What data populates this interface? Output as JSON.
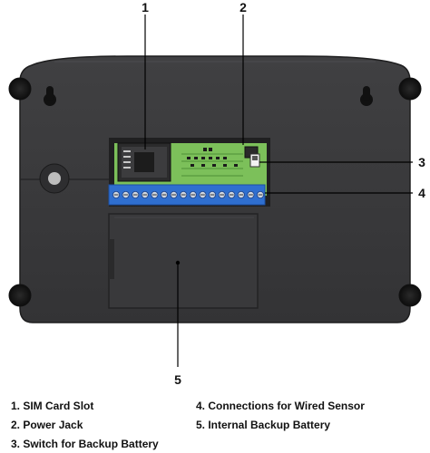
{
  "callouts": {
    "c1": "1",
    "c2": "2",
    "c3": "3",
    "c4": "4",
    "c5": "5"
  },
  "legend": {
    "left": [
      "1. SIM Card Slot",
      "2. Power Jack",
      "3. Switch for Backup Battery"
    ],
    "right": [
      "4. Connections for Wired Sensor",
      "5. Internal Backup Battery"
    ]
  },
  "colors": {
    "housing": "#3a3a3c",
    "board": "#7cc05a",
    "terminal": "#2f6fd0",
    "leader": "#000000"
  }
}
